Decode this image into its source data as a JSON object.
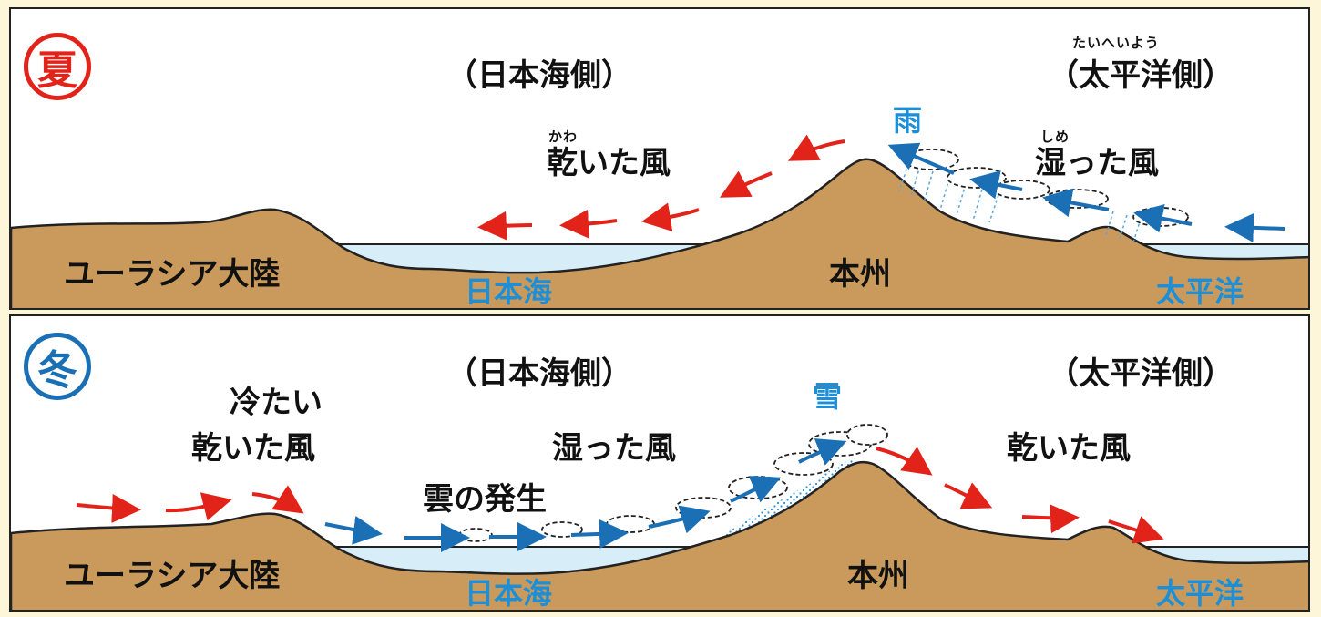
{
  "summer": {
    "season": "夏",
    "side_japan_sea": "（日本海側）",
    "side_pacific": "（太平洋側）",
    "pacific_ruby": "たいへいよう",
    "dry_wind": "乾いた風",
    "dry_ruby": "かわ",
    "wet_wind": "湿った風",
    "wet_ruby": "しめ",
    "precip": "雨",
    "continent": "ユーラシア大陸",
    "honshu": "本州",
    "sea_japan": "日本海",
    "sea_pacific": "太平洋"
  },
  "winter": {
    "season": "冬",
    "side_japan_sea": "（日本海側）",
    "side_pacific": "（太平洋側）",
    "cold_line": "冷たい",
    "dry_wind_left": "乾いた風",
    "wet_wind": "湿った風",
    "cloud_gen": "雲の発生",
    "precip": "雪",
    "dry_wind_right": "乾いた風",
    "continent": "ユーラシア大陸",
    "honshu": "本州",
    "sea_japan": "日本海",
    "sea_pacific": "太平洋"
  },
  "colors": {
    "land": "#c99a5b",
    "sea": "#d7eef9",
    "red_arrow": "#e2231a",
    "blue_arrow": "#1a6fb5",
    "label_blue": "#1e8fd6"
  }
}
